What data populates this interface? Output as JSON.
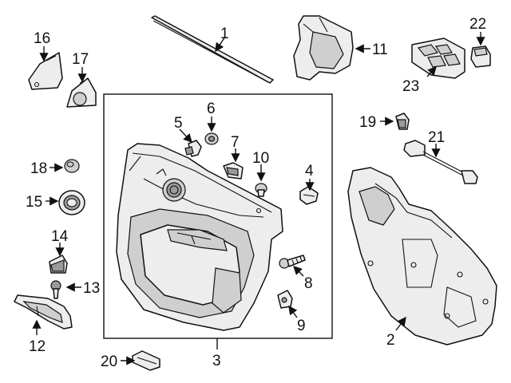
{
  "callouts": {
    "c1": "1",
    "c2": "2",
    "c3": "3",
    "c4": "4",
    "c5": "5",
    "c6": "6",
    "c7": "7",
    "c8": "8",
    "c9": "9",
    "c10": "10",
    "c11": "11",
    "c12": "12",
    "c13": "13",
    "c14": "14",
    "c15": "15",
    "c16": "16",
    "c17": "17",
    "c18": "18",
    "c19": "19",
    "c20": "20",
    "c21": "21",
    "c22": "22",
    "c23": "23"
  },
  "colors": {
    "line": "#111111",
    "part_fill": "#ededed",
    "shade": "#9a9a9a",
    "background": "#ffffff"
  }
}
